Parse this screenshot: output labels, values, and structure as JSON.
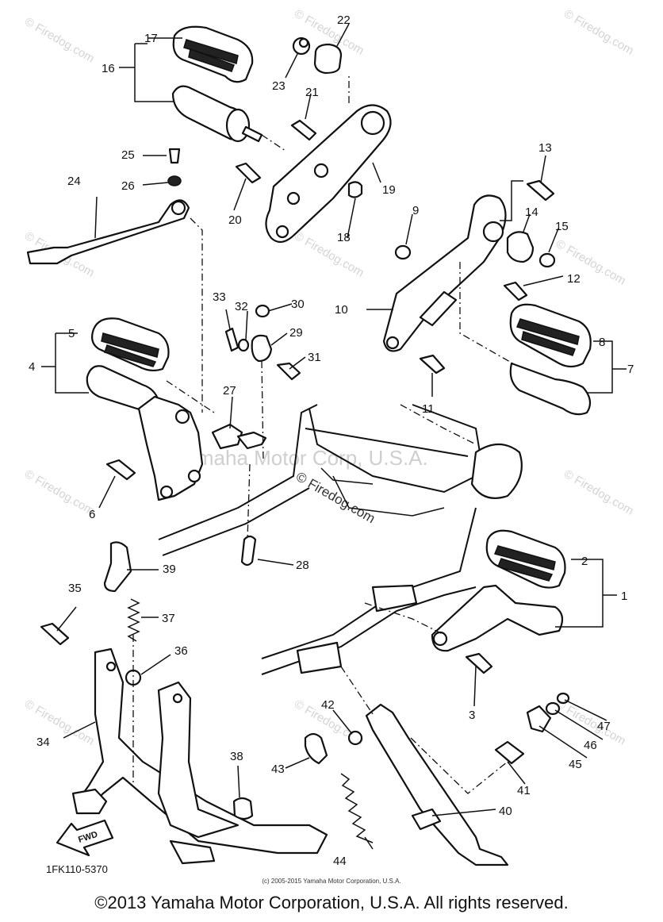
{
  "diagram": {
    "callouts": [
      "1",
      "2",
      "3",
      "4",
      "5",
      "6",
      "7",
      "8",
      "9",
      "10",
      "11",
      "12",
      "13",
      "14",
      "15",
      "16",
      "17",
      "18",
      "19",
      "20",
      "21",
      "22",
      "23",
      "24",
      "25",
      "26",
      "27",
      "28",
      "29",
      "30",
      "31",
      "32",
      "33",
      "34",
      "35",
      "36",
      "37",
      "38",
      "39",
      "40",
      "41",
      "42",
      "43",
      "44",
      "45",
      "46",
      "47"
    ],
    "fwd_label": "FWD",
    "part_code": "1FK110-5370",
    "watermark_site": "© Firedog.com",
    "watermark_center": "Yamaha Motor Corp, U.S.A.",
    "small_copyright": "(c) 2005-2015 Yamaha Motor Corporation, U.S.A.",
    "copyright": "©2013 Yamaha Motor Corporation, U.S.A. All rights reserved."
  }
}
